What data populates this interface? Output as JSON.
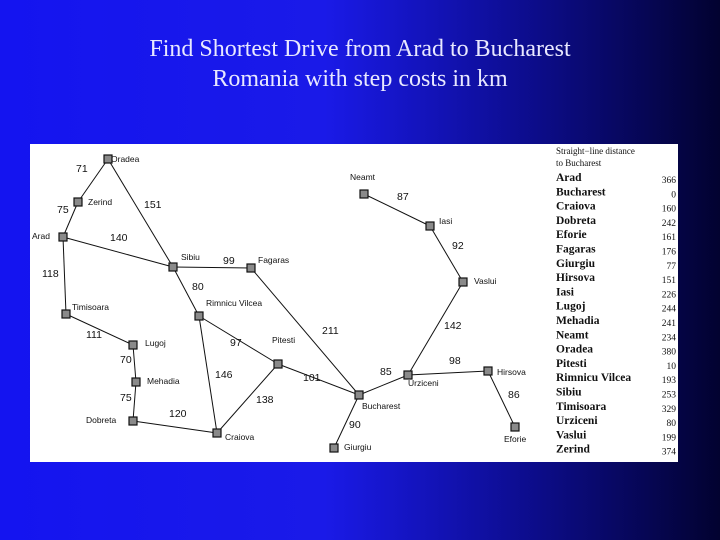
{
  "slide": {
    "title_line1": "Find Shortest Drive from Arad to Bucharest",
    "title_line2": "Romania with step costs in km"
  },
  "map": {
    "cities": {
      "oradea": {
        "label": "Oradea"
      },
      "zerind": {
        "label": "Zerind"
      },
      "arad": {
        "label": "Arad"
      },
      "timisoara": {
        "label": "Timisoara"
      },
      "lugoj": {
        "label": "Lugoj"
      },
      "mehadia": {
        "label": "Mehadia"
      },
      "dobreta": {
        "label": "Dobreta"
      },
      "sibiu": {
        "label": "Sibiu"
      },
      "fagaras": {
        "label": "Fagaras"
      },
      "rimnicu": {
        "label": "Rimnicu Vilcea"
      },
      "pitesti": {
        "label": "Pitesti"
      },
      "craiova": {
        "label": "Craiova"
      },
      "bucharest": {
        "label": "Bucharest"
      },
      "giurgiu": {
        "label": "Giurgiu"
      },
      "urziceni": {
        "label": "Urziceni"
      },
      "hirsova": {
        "label": "Hirsova"
      },
      "eforie": {
        "label": "Eforie"
      },
      "vaslui": {
        "label": "Vaslui"
      },
      "iasi": {
        "label": "Iasi"
      },
      "neamt": {
        "label": "Neamt"
      }
    },
    "roads": [
      {
        "from": "oradea",
        "to": "zerind",
        "km": "71"
      },
      {
        "from": "oradea",
        "to": "sibiu",
        "km": "151"
      },
      {
        "from": "zerind",
        "to": "arad",
        "km": "75"
      },
      {
        "from": "arad",
        "to": "sibiu",
        "km": "140"
      },
      {
        "from": "arad",
        "to": "timisoara",
        "km": "118"
      },
      {
        "from": "timisoara",
        "to": "lugoj",
        "km": "111"
      },
      {
        "from": "lugoj",
        "to": "mehadia",
        "km": "70"
      },
      {
        "from": "mehadia",
        "to": "dobreta",
        "km": "75"
      },
      {
        "from": "dobreta",
        "to": "craiova",
        "km": "120"
      },
      {
        "from": "sibiu",
        "to": "fagaras",
        "km": "99"
      },
      {
        "from": "sibiu",
        "to": "rimnicu",
        "km": "80"
      },
      {
        "from": "rimnicu",
        "to": "pitesti",
        "km": "97"
      },
      {
        "from": "rimnicu",
        "to": "craiova",
        "km": "146"
      },
      {
        "from": "craiova",
        "to": "pitesti",
        "km": "138"
      },
      {
        "from": "pitesti",
        "to": "bucharest",
        "km": "101"
      },
      {
        "from": "fagaras",
        "to": "bucharest",
        "km": "211"
      },
      {
        "from": "bucharest",
        "to": "giurgiu",
        "km": "90"
      },
      {
        "from": "bucharest",
        "to": "urziceni",
        "km": "85"
      },
      {
        "from": "urziceni",
        "to": "hirsova",
        "km": "98"
      },
      {
        "from": "hirsova",
        "to": "eforie",
        "km": "86"
      },
      {
        "from": "urziceni",
        "to": "vaslui",
        "km": "142"
      },
      {
        "from": "vaslui",
        "to": "iasi",
        "km": "92"
      },
      {
        "from": "iasi",
        "to": "neamt",
        "km": "87"
      }
    ]
  },
  "legend": {
    "title_line1": "Straight−line distance",
    "title_line2": "to Bucharest",
    "rows": [
      {
        "city": "Arad",
        "value": "366"
      },
      {
        "city": "Bucharest",
        "value": "0"
      },
      {
        "city": "Craiova",
        "value": "160"
      },
      {
        "city": "Dobreta",
        "value": "242"
      },
      {
        "city": "Eforie",
        "value": "161"
      },
      {
        "city": "Fagaras",
        "value": "176"
      },
      {
        "city": "Giurgiu",
        "value": "77"
      },
      {
        "city": "Hirsova",
        "value": "151"
      },
      {
        "city": "Iasi",
        "value": "226"
      },
      {
        "city": "Lugoj",
        "value": "244"
      },
      {
        "city": "Mehadia",
        "value": "241"
      },
      {
        "city": "Neamt",
        "value": "234"
      },
      {
        "city": "Oradea",
        "value": "380"
      },
      {
        "city": "Pitesti",
        "value": "10"
      },
      {
        "city": "Rimnicu Vilcea",
        "value": "193"
      },
      {
        "city": "Sibiu",
        "value": "253"
      },
      {
        "city": "Timisoara",
        "value": "329"
      },
      {
        "city": "Urziceni",
        "value": "80"
      },
      {
        "city": "Vaslui",
        "value": "199"
      },
      {
        "city": "Zerind",
        "value": "374"
      }
    ]
  }
}
